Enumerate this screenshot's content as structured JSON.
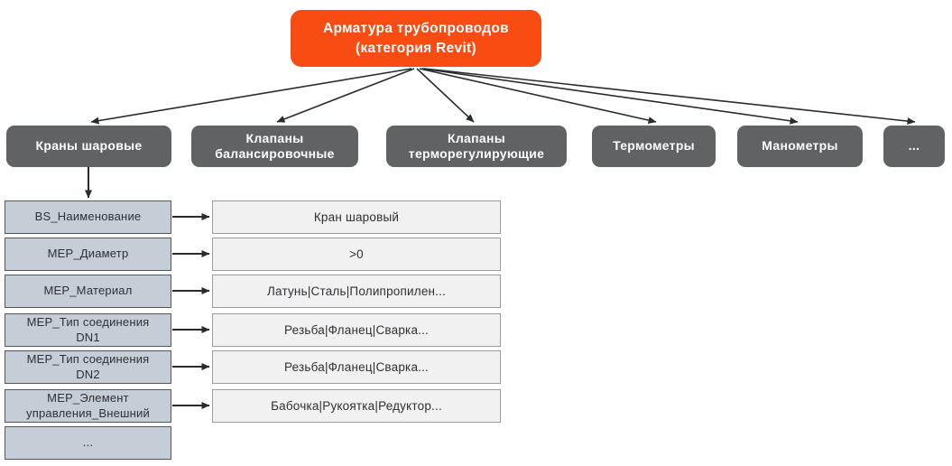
{
  "diagram_title": "Арматура трубопроводов (категория Revit)",
  "colors": {
    "root_accent": "#f84c12",
    "category_fill": "#606264",
    "parameter_fill": "#c5cdd6",
    "value_fill": "#f1f1f2",
    "edge": "#2b2b2b"
  },
  "root_node": {
    "label": "Арматура трубопроводов\n(категория Revit)"
  },
  "categories": [
    {
      "label": "Краны шаровые"
    },
    {
      "label": "Клапаны\nбалансировочные"
    },
    {
      "label": "Клапаны\nтерморегулирующие"
    },
    {
      "label": "Термометры"
    },
    {
      "label": "Манометры"
    },
    {
      "label": "..."
    }
  ],
  "parameters": [
    {
      "name": "BS_Наименование",
      "value": "Кран шаровый"
    },
    {
      "name": "MEP_Диаметр",
      "value": ">0"
    },
    {
      "name": "MEP_Материал",
      "value": "Латунь|Сталь|Полипропилен..."
    },
    {
      "name": "MEP_Тип соединения\nDN1",
      "value": "Резьба|Фланец|Сварка..."
    },
    {
      "name": "MEP_Тип соединения\nDN2",
      "value": "Резьба|Фланец|Сварка..."
    },
    {
      "name": "MEP_Элемент\nуправления_Внешний",
      "value": "Бабочка|Рукоятка|Редуктор..."
    },
    {
      "name": "..."
    }
  ]
}
